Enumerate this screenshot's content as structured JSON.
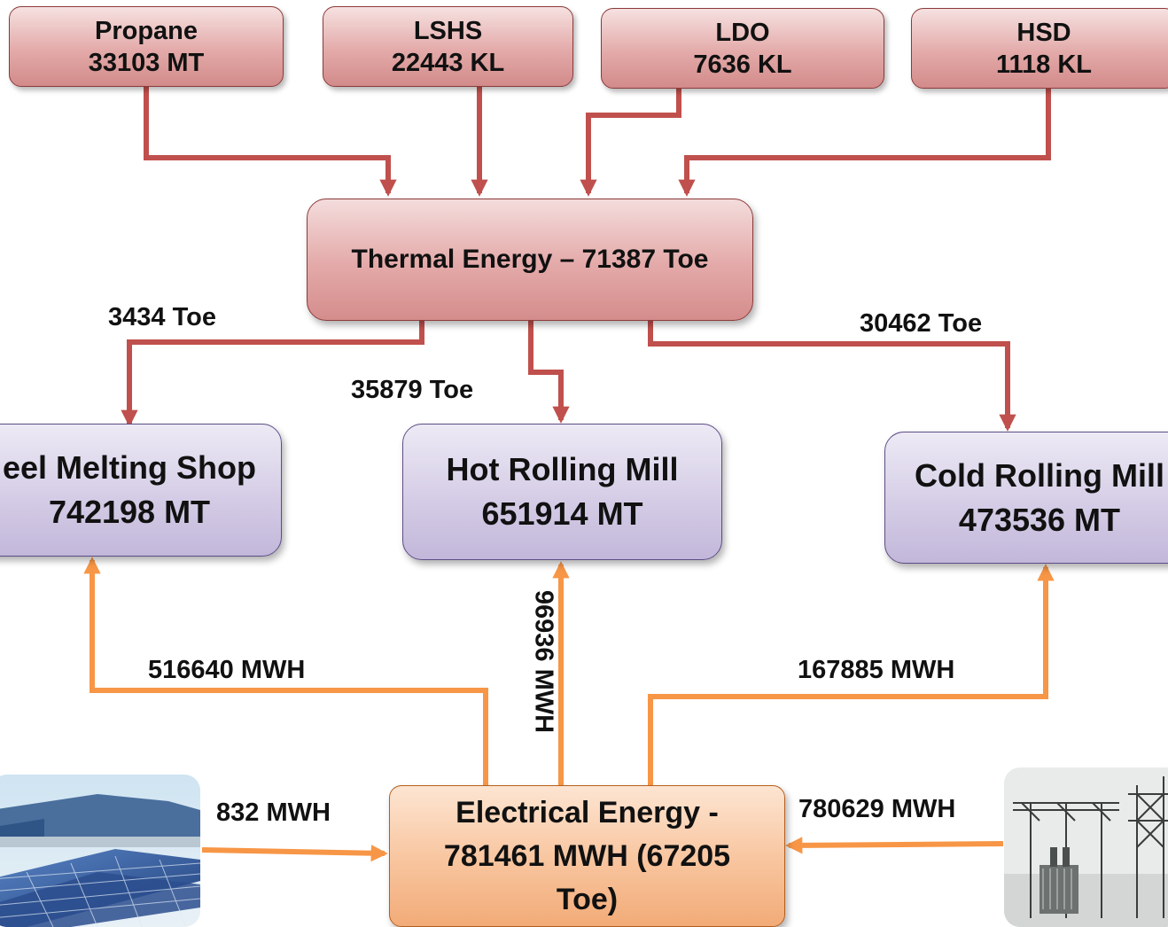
{
  "fuels": [
    {
      "name": "Propane",
      "qty": "33103 MT"
    },
    {
      "name": "LSHS",
      "qty": "22443 KL"
    },
    {
      "name": "LDO",
      "qty": "7636 KL"
    },
    {
      "name": "HSD",
      "qty": "1118 KL"
    }
  ],
  "thermal": {
    "label": "Thermal Energy – 71387 Toe"
  },
  "thermal_flows": {
    "steel_melting": "3434 Toe",
    "hot_rolling": "35879 Toe",
    "cold_rolling": "30462 Toe"
  },
  "shops": [
    {
      "name": "eel Melting Shop",
      "qty": "742198 MT"
    },
    {
      "name": "Hot Rolling Mill",
      "qty": "651914 MT"
    },
    {
      "name": "Cold Rolling Mill",
      "qty": "473536 MT"
    }
  ],
  "electrical_flows": {
    "steel_melting": "516640 MWH",
    "hot_rolling": "96936 MWH",
    "cold_rolling": "167885 MWH"
  },
  "electrical": {
    "line1": "Electrical Energy  -",
    "line2": "781461 MWH (67205",
    "line3": "Toe)"
  },
  "sources": {
    "solar": "832 MWH",
    "grid": "780629 MWH"
  },
  "colors": {
    "thermal_arrow": "#c0504d",
    "electrical_arrow": "#f79646"
  },
  "icons": [
    "solar-panel-photo",
    "substation-photo"
  ]
}
